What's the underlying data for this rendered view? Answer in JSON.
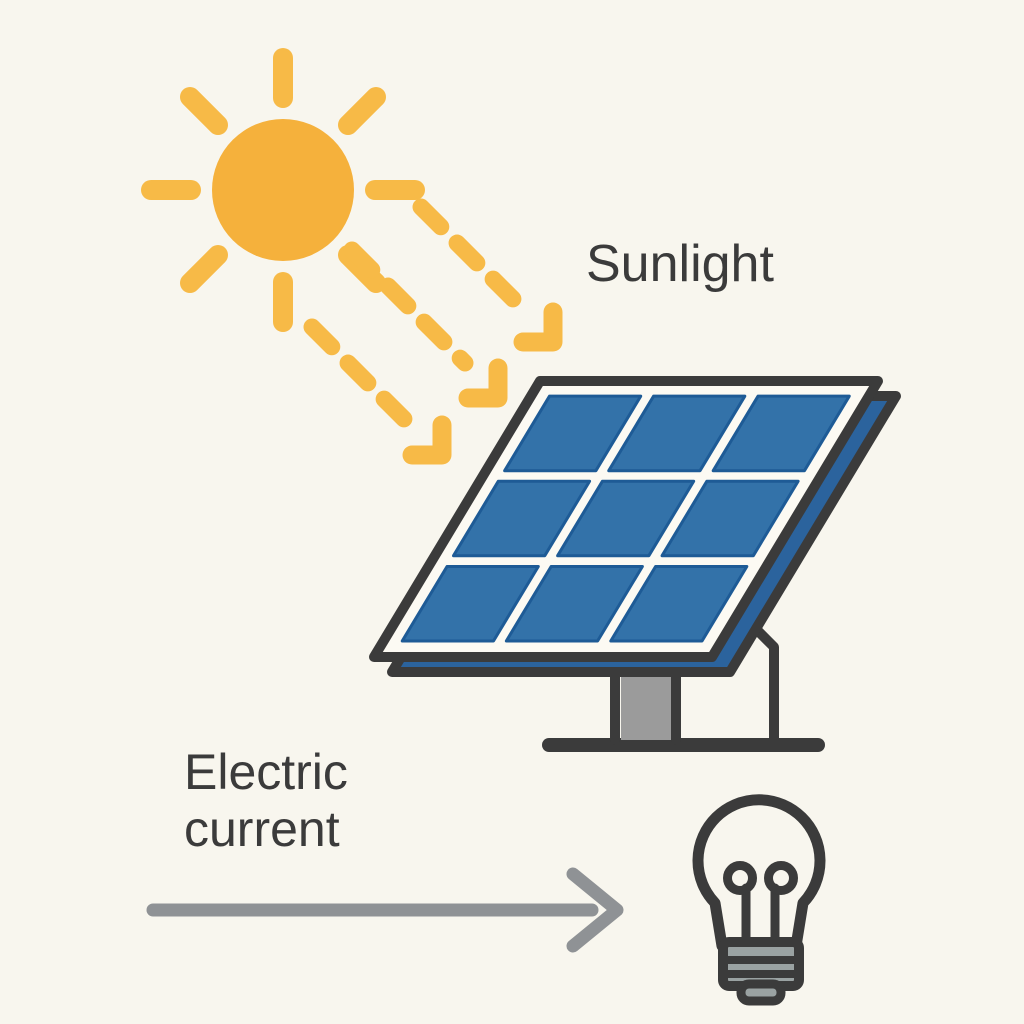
{
  "labels": {
    "sunlight": "Sunlight",
    "electric_line1": "Electric",
    "electric_line2": "current"
  },
  "icons": [
    "sun-icon",
    "sunlight-dashed-arrows-icon",
    "solar-panel-icon",
    "electric-current-arrow-icon",
    "light-bulb-icon"
  ],
  "colors": {
    "bg": "#F8F6EE",
    "sun_yellow": "#F5B13C",
    "ray_yellow": "#F7BA47",
    "outline_dark": "#3B3B3B",
    "text_dark": "#3B3B3B",
    "cell_blue": "#3372A9",
    "cell_edge": "#1E5B96",
    "side_blue": "#2B639D",
    "panel_white": "#FCFAF3",
    "arrow_gray": "#8F9295",
    "post_gray": "#9B9B9B",
    "base_gray": "#9AA2A2"
  }
}
